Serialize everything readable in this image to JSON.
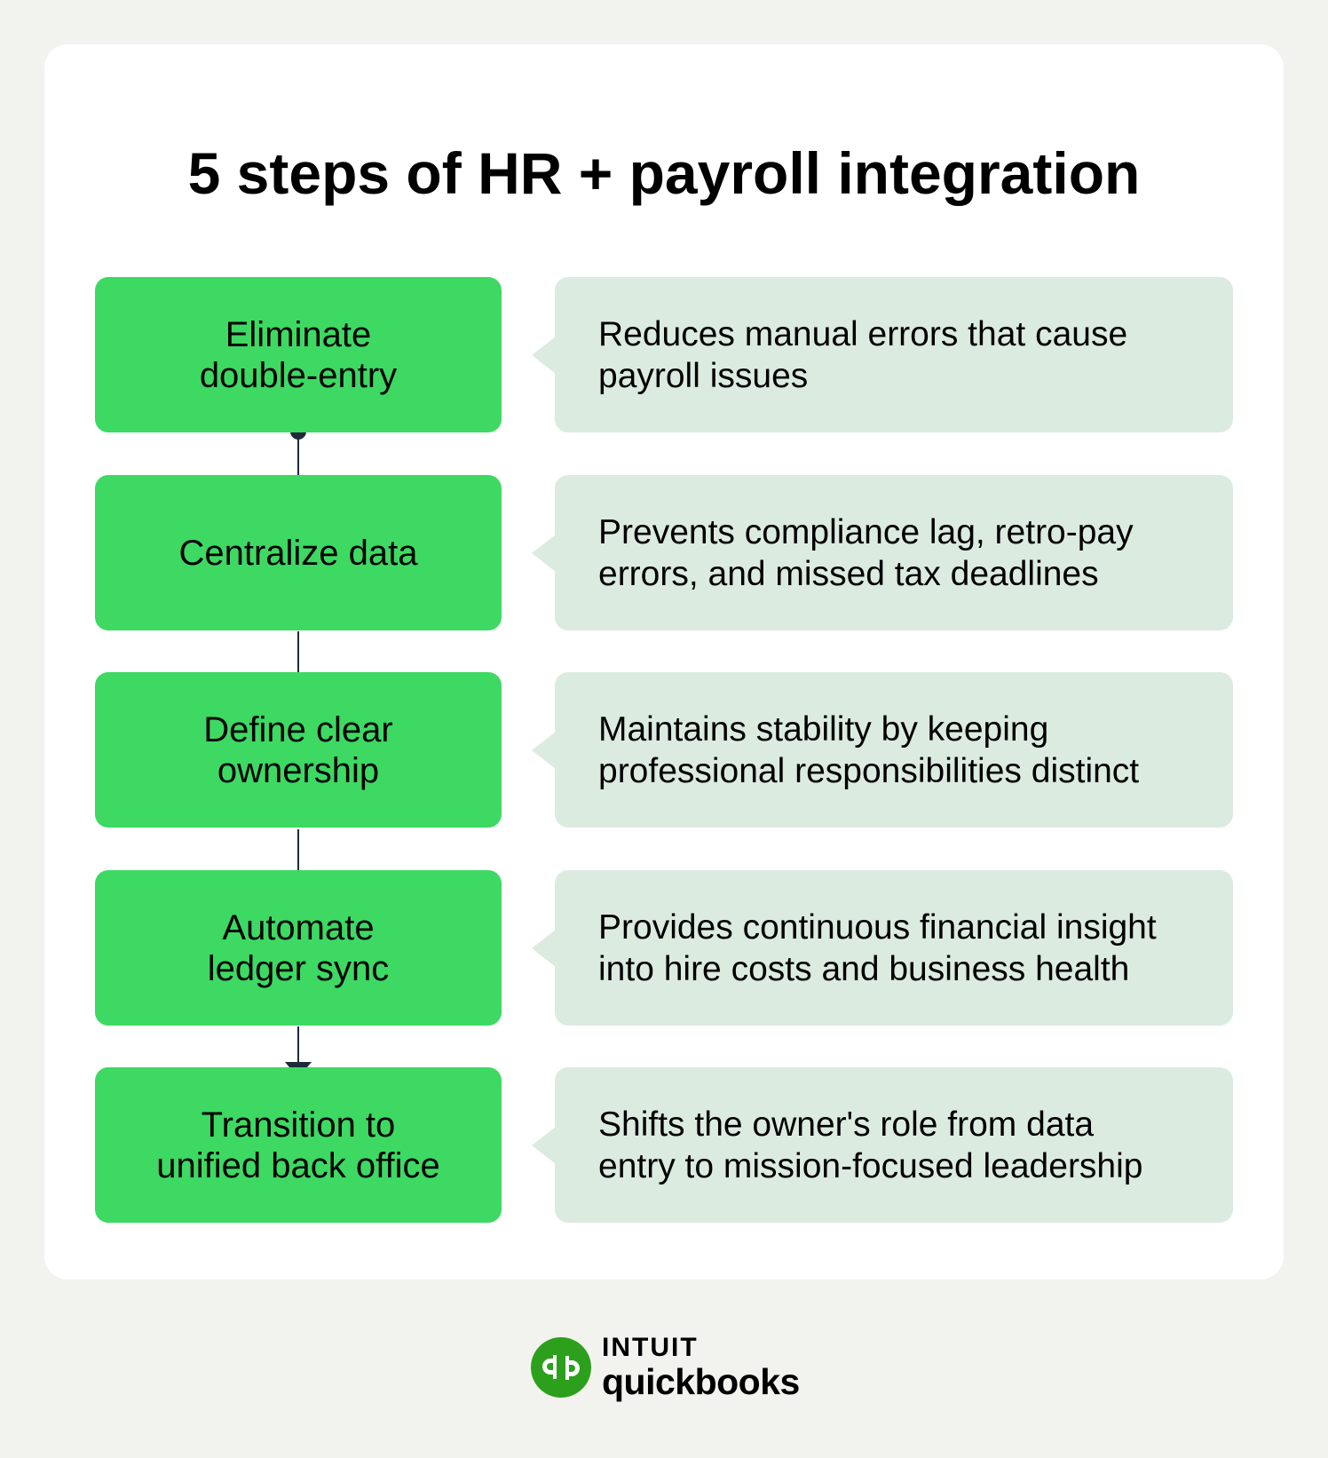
{
  "title": "5 steps of HR + payroll integration",
  "steps": [
    {
      "label": "Eliminate\ndouble-entry",
      "description": "Reduces manual errors that cause\npayroll issues"
    },
    {
      "label": "Centralize data",
      "description": "Prevents compliance lag, retro-pay\nerrors, and missed tax deadlines"
    },
    {
      "label": "Define clear\nownership",
      "description": "Maintains stability by keeping\nprofessional responsibilities distinct"
    },
    {
      "label": "Automate\nledger sync",
      "description": "Provides continuous financial insight\ninto hire costs and business health"
    },
    {
      "label": "Transition to\nunified back office",
      "description": "Shifts the owner's role from data\nentry to mission-focused leadership"
    }
  ],
  "logo": {
    "brand": "INTUIT",
    "product": "quickbooks",
    "icon": "quickbooks-logo-icon"
  },
  "colors": {
    "page_background": "#f2f3ee",
    "card_background": "#ffffff",
    "step_box": "#3dd962",
    "description_box": "#dcebe0",
    "connector": "#1e2a3a",
    "logo_green": "#2ca01c"
  }
}
